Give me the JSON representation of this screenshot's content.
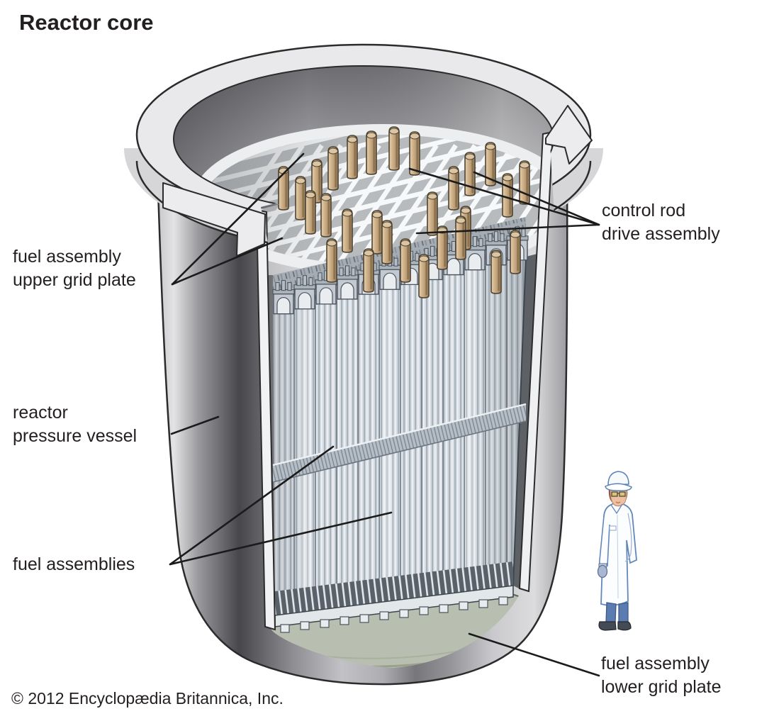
{
  "diagram": {
    "title": "Reactor core",
    "copyright": "© 2012 Encyclopædia Britannica, Inc."
  },
  "labels": {
    "upper_grid_plate": {
      "line1": "fuel assembly",
      "line2": "upper grid plate"
    },
    "pressure_vessel": {
      "line1": "reactor",
      "line2": "pressure vessel"
    },
    "fuel_assemblies": {
      "line1": "fuel assemblies"
    },
    "control_rod_drive": {
      "line1": "control rod",
      "line2": "drive assembly"
    },
    "lower_grid_plate": {
      "line1": "fuel assembly",
      "line2": "lower grid plate"
    }
  },
  "colors": {
    "text": "#231f20",
    "leader_line": "#1b1b1b",
    "vessel_steel_light": "#e9e9eb",
    "vessel_steel_dark": "#4a4a4e",
    "control_rod_tan": "#c8ab82",
    "fuel_assembly_gray": "#d3dae0",
    "lower_plate_green": "#b9bfb0",
    "coat_outline_blue": "#6288bb"
  }
}
